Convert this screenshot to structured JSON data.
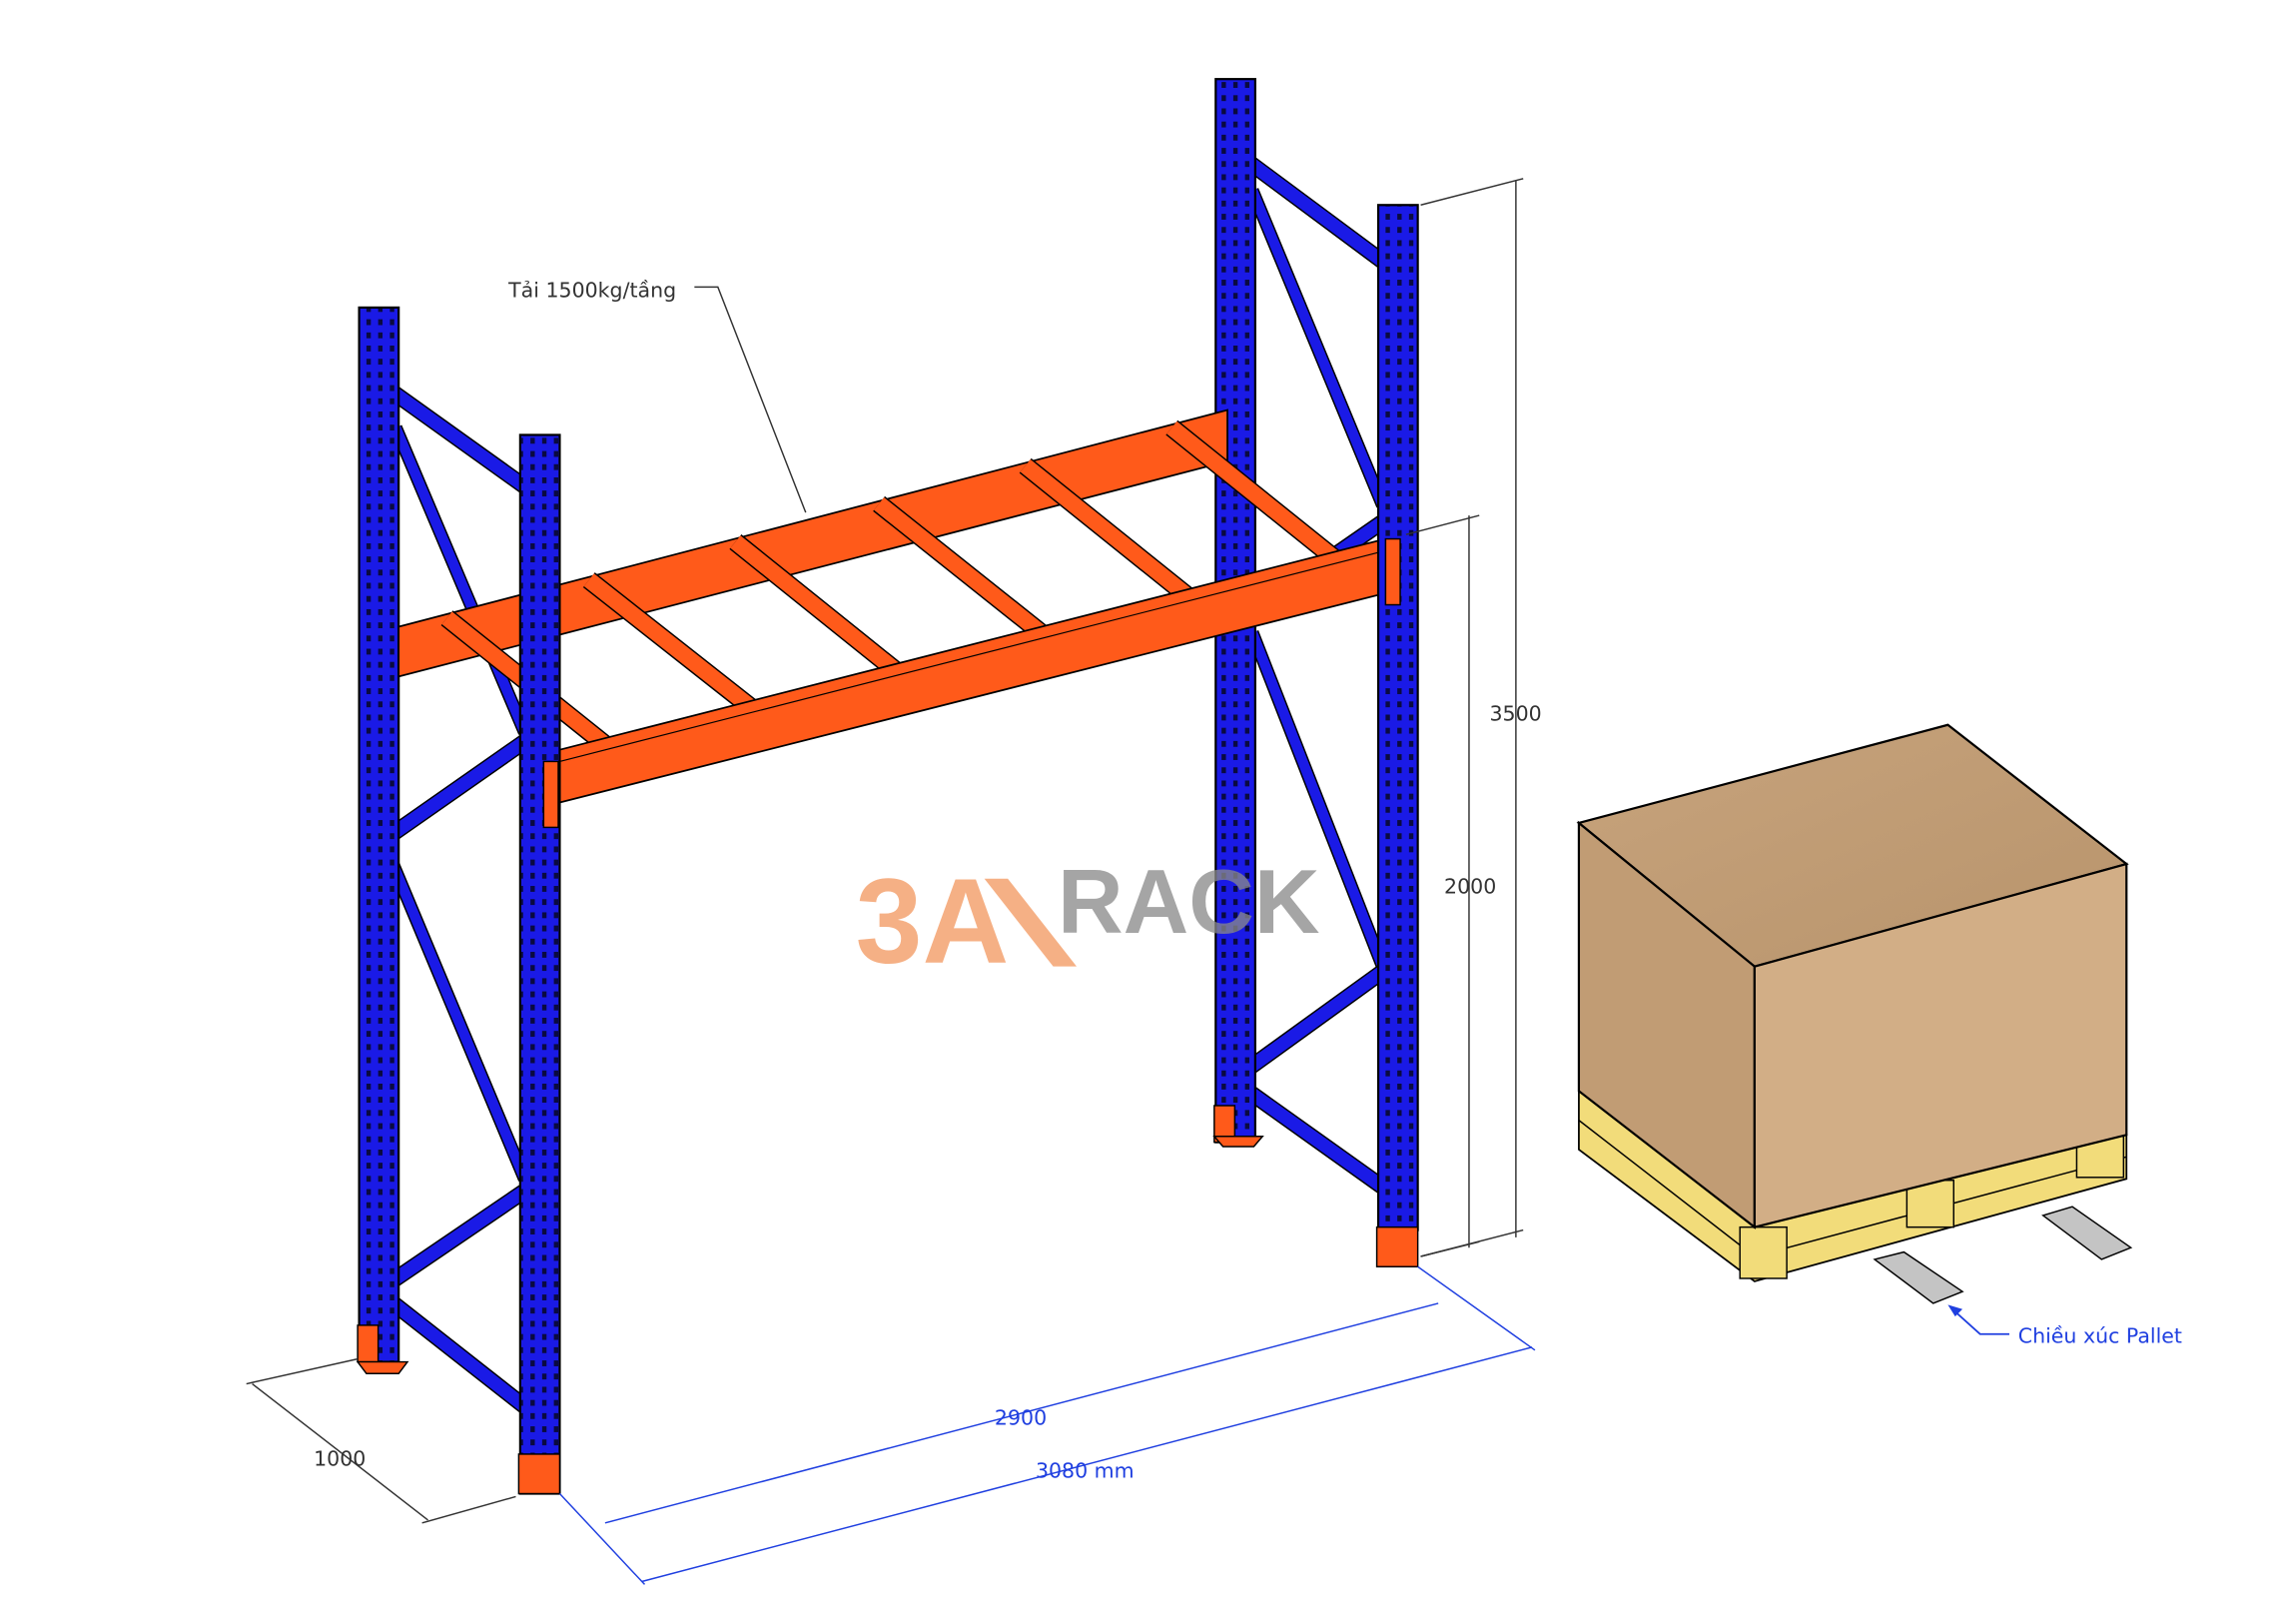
{
  "labels": {
    "load": "Tải 1500kg/tầng",
    "height_total": "3500",
    "height_beam": "2000",
    "depth": "1000",
    "inner_width": "2900",
    "outer_width": "3080 mm",
    "fork_direction": "Chiều xúc Pallet"
  },
  "logo": {
    "mark": "3A",
    "word": "RACK"
  },
  "colors": {
    "upright": "#1a1ae6",
    "beam": "#ff5a1a",
    "dimension_blue": "#1f3fe0",
    "dimension_black": "#333333",
    "box": "#d2ae86",
    "pallet": "#f2dc7a",
    "fork": "#c4c4c4",
    "logo_orange": "#f5a878",
    "logo_gray": "#8a8a8a"
  }
}
